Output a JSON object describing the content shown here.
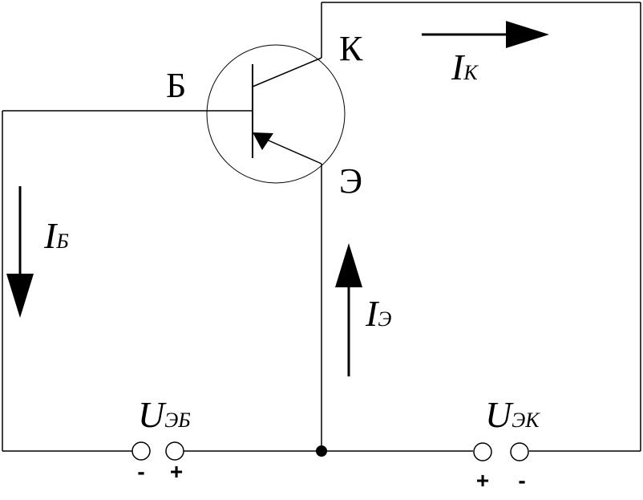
{
  "terminals": {
    "base": "Б",
    "collector": "К",
    "emitter": "Э"
  },
  "currents": {
    "base": {
      "symbol": "I",
      "subscript": "Б"
    },
    "collector": {
      "symbol": "I",
      "subscript": "К"
    },
    "emitter": {
      "symbol": "I",
      "subscript": "Э"
    }
  },
  "voltages": {
    "emitter_base": {
      "symbol": "U",
      "subscript": "ЭБ",
      "left_sign": "-",
      "right_sign": "+"
    },
    "emitter_collector": {
      "symbol": "U",
      "subscript": "ЭК",
      "left_sign": "+",
      "right_sign": "-"
    }
  }
}
